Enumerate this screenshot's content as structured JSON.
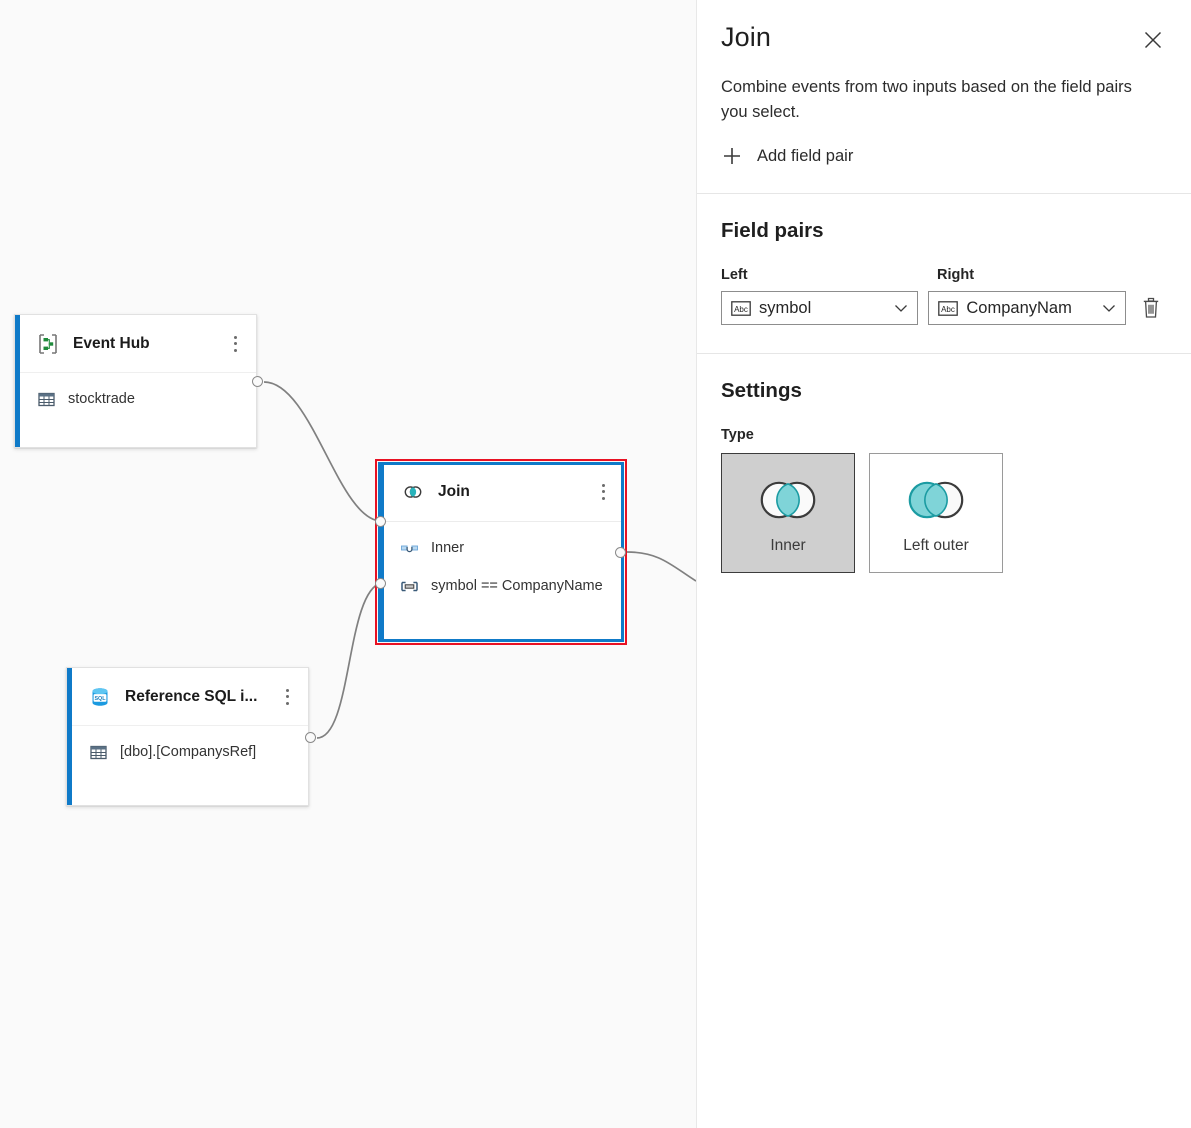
{
  "canvas": {
    "background_color": "#fafafa",
    "nodes": [
      {
        "id": "eventhub",
        "title": "Event Hub",
        "icon": "event-hub-icon",
        "accent_color": "#0f7ac8",
        "rows": [
          {
            "icon": "table-icon",
            "text": "stocktrade"
          }
        ]
      },
      {
        "id": "refsql",
        "title": "Reference SQL i...",
        "icon": "sql-database-icon",
        "accent_color": "#0f7ac8",
        "rows": [
          {
            "icon": "table-icon",
            "text": "[dbo].[CompanysRef]"
          }
        ]
      },
      {
        "id": "join",
        "title": "Join",
        "icon": "join-venn-icon",
        "accent_color": "#0f7ac8",
        "selected": true,
        "selection_color": "#e81123",
        "rows": [
          {
            "icon": "join-type-icon",
            "text": "Inner"
          },
          {
            "icon": "field-pair-icon",
            "text": "symbol == CompanyName"
          }
        ]
      }
    ]
  },
  "panel": {
    "title": "Join",
    "close_label": "close-icon",
    "description": "Combine events from two inputs based on the field pairs you select.",
    "add_field_pair_label": "Add field pair",
    "field_pairs": {
      "section_title": "Field pairs",
      "left_header": "Left",
      "right_header": "Right",
      "rows": [
        {
          "left_value": "symbol",
          "left_type_icon": "abc-string-icon",
          "right_value": "CompanyNam",
          "right_type_icon": "abc-string-icon",
          "delete_label": "trash-icon"
        }
      ]
    },
    "settings": {
      "section_title": "Settings",
      "type_label": "Type",
      "selected_type": "Inner",
      "accent_color": "#5ac8cf",
      "options": [
        {
          "label": "Inner",
          "venn": "inner",
          "selected": true
        },
        {
          "label": "Left outer",
          "venn": "left-outer",
          "selected": false
        }
      ]
    }
  }
}
